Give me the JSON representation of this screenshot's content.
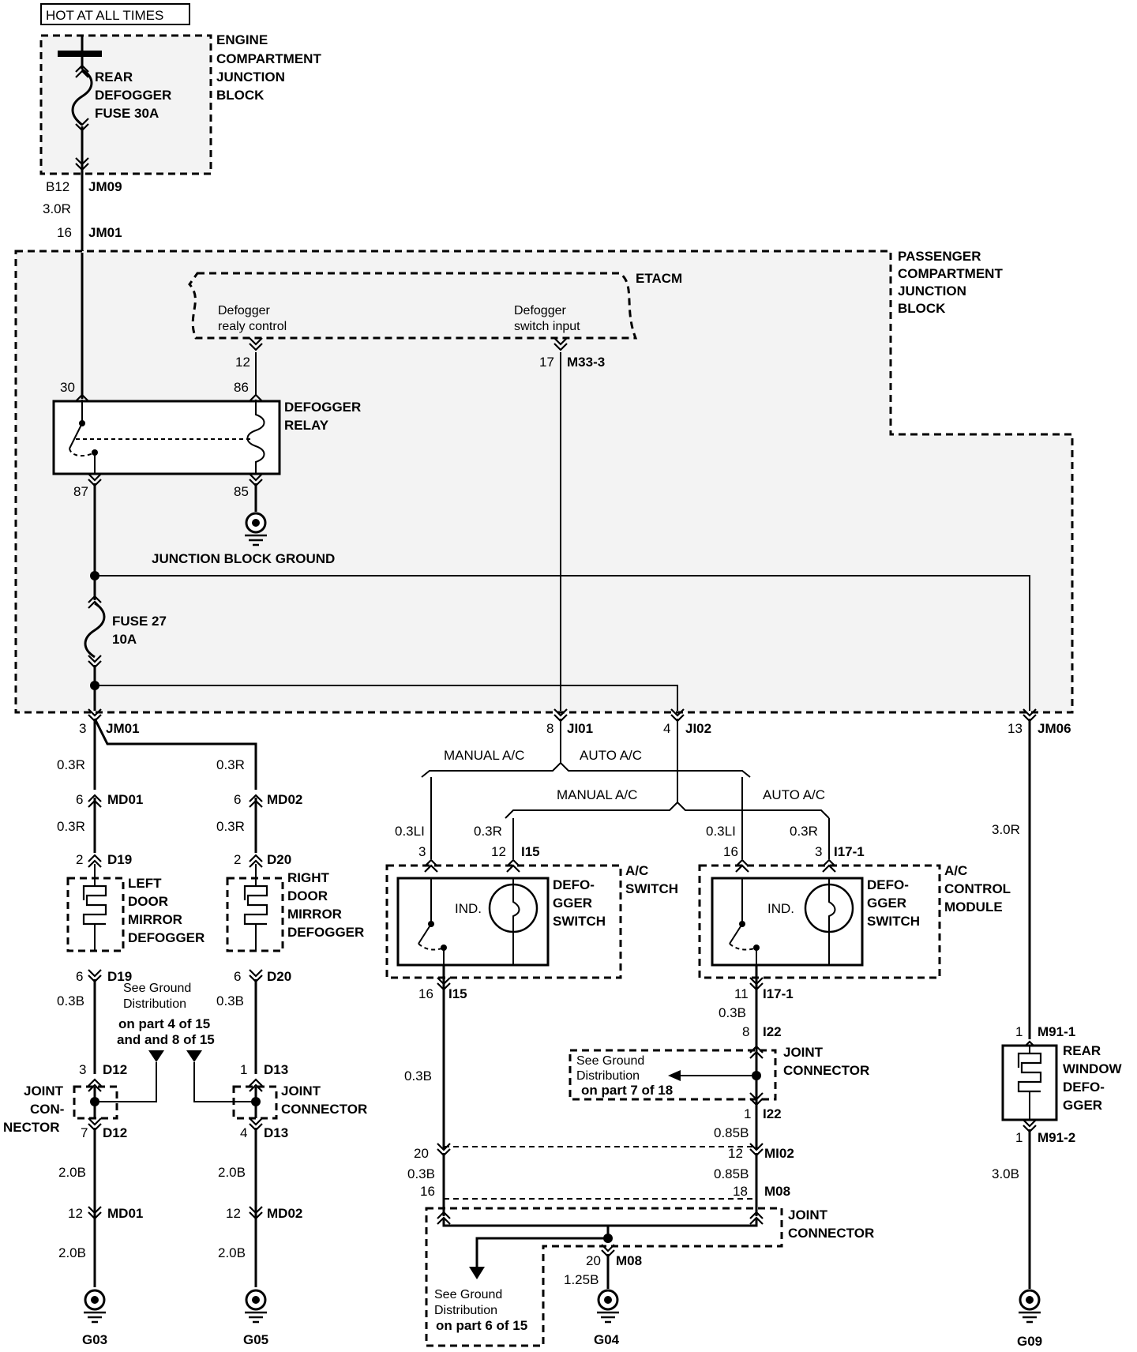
{
  "header_label": "HOT AT ALL TIMES",
  "engine_block": {
    "label": [
      "ENGINE",
      "COMPARTMENT",
      "JUNCTION",
      "BLOCK"
    ],
    "fuse": [
      "REAR",
      "DEFOGGER",
      "FUSE 30A"
    ],
    "pin": "B12",
    "connector": "JM09"
  },
  "wire_main_top": "3.0R",
  "pcjb_entry": {
    "pin": "16",
    "connector": "JM01"
  },
  "pcjb": {
    "label": [
      "PASSENGER",
      "COMPARTMENT",
      "JUNCTION",
      "BLOCK"
    ]
  },
  "etacm": {
    "label": "ETACM",
    "relay_control": [
      "Defogger",
      "realy control"
    ],
    "switch_input": [
      "Defogger",
      "switch input"
    ],
    "pin_relay": "12",
    "pin_switch": "17",
    "connector_switch": "M33-3"
  },
  "relay": {
    "label": [
      "DEFOGGER",
      "RELAY"
    ],
    "pins": {
      "p30": "30",
      "p86": "86",
      "p87": "87",
      "p85": "85"
    }
  },
  "junction_block_ground": "JUNCTION BLOCK GROUND",
  "fuse27": [
    "FUSE 27",
    "10A"
  ],
  "exits": {
    "jm01": {
      "pin": "3",
      "connector": "JM01"
    },
    "ji01": {
      "pin": "8",
      "connector": "JI01"
    },
    "ji02": {
      "pin": "4",
      "connector": "JI02"
    },
    "jm06": {
      "pin": "13",
      "connector": "JM06"
    }
  },
  "left_mirror": {
    "wire1": "0.3R",
    "c1": {
      "pin": "6",
      "connector": "MD01"
    },
    "wire2": "0.3R",
    "c2": {
      "pin": "2",
      "connector": "D19"
    },
    "label": [
      "LEFT",
      "DOOR",
      "MIRROR",
      "DEFOGGER"
    ],
    "c3": {
      "pin": "6",
      "connector": "D19"
    },
    "wire3": "0.3B",
    "c4": {
      "pin": "3",
      "connector": "D12"
    },
    "joint": [
      "JOINT",
      "CON-",
      "NECTOR"
    ],
    "c5": {
      "pin": "7",
      "connector": "D12"
    },
    "wire4": "2.0B",
    "c6": {
      "pin": "12",
      "connector": "MD01"
    },
    "wire5": "2.0B",
    "ground": "G03"
  },
  "right_mirror": {
    "wire1": "0.3R",
    "c1": {
      "pin": "6",
      "connector": "MD02"
    },
    "wire2": "0.3R",
    "c2": {
      "pin": "2",
      "connector": "D20"
    },
    "label": [
      "RIGHT",
      "DOOR",
      "MIRROR",
      "DEFOGGER"
    ],
    "c3": {
      "pin": "6",
      "connector": "D20"
    },
    "wire3": "0.3B",
    "c4": {
      "pin": "1",
      "connector": "D13"
    },
    "joint": [
      "JOINT",
      "CONNECTOR"
    ],
    "c5": {
      "pin": "4",
      "connector": "D13"
    },
    "wire4": "2.0B",
    "c6": {
      "pin": "12",
      "connector": "MD02"
    },
    "wire5": "2.0B",
    "ground": "G05"
  },
  "ground_note_mirrors": [
    "See Ground",
    "Distribution",
    "on part 4 of 15",
    "and and 8 of 15"
  ],
  "branches": {
    "manual_1": "MANUAL A/C",
    "auto_1": "AUTO A/C",
    "manual_2": "MANUAL A/C",
    "auto_2": "AUTO A/C"
  },
  "ac_switch": {
    "wire_li": "0.3LI",
    "pin_li": "3",
    "wire_r": "0.3R",
    "pin_r": "12",
    "connector_top": "I15",
    "ind": "IND.",
    "switch_label": [
      "DEFO-",
      "GGER",
      "SWITCH"
    ],
    "label": [
      "A/C",
      "SWITCH"
    ],
    "pin_out": "16",
    "connector_out": "I15",
    "wire_out": "0.3B"
  },
  "ac_module": {
    "wire_li": "0.3LI",
    "pin_li": "16",
    "wire_r": "0.3R",
    "pin_r": "3",
    "connector_top": "I17-1",
    "ind": "IND.",
    "switch_label": [
      "DEFO-",
      "GGER",
      "SWITCH"
    ],
    "label": [
      "A/C",
      "CONTROL",
      "MODULE"
    ],
    "pin_out": "11",
    "connector_out": "I17-1",
    "wire_out": "0.3B"
  },
  "joint_i22": {
    "pin_in": "8",
    "connector": "I22",
    "label": [
      "JOINT",
      "CONNECTOR"
    ],
    "note": [
      "See Ground",
      "Distribution",
      "on part 7 of 18"
    ],
    "pin_out": "1",
    "wire_out": "0.85B"
  },
  "mi02": {
    "pin_left": "20",
    "pin_right": "12",
    "connector": "MI02"
  },
  "m08": {
    "wire_left": "0.3B",
    "wire_right": "0.85B",
    "pin_left": "16",
    "pin_right": "18",
    "connector": "M08",
    "label": [
      "JOINT",
      "CONNECTOR"
    ],
    "pin_out": "20",
    "wire_out": "1.25B",
    "note": [
      "See Ground",
      "Distribution",
      "on part 6 of 15"
    ],
    "ground": "G04"
  },
  "rear_window": {
    "wire1": "3.0R",
    "c1": {
      "pin": "1",
      "connector": "M91-1"
    },
    "label": [
      "REAR",
      "WINDOW",
      "DEFO-",
      "GGER"
    ],
    "c2": {
      "pin": "1",
      "connector": "M91-2"
    },
    "wire2": "3.0B",
    "ground": "G09"
  }
}
